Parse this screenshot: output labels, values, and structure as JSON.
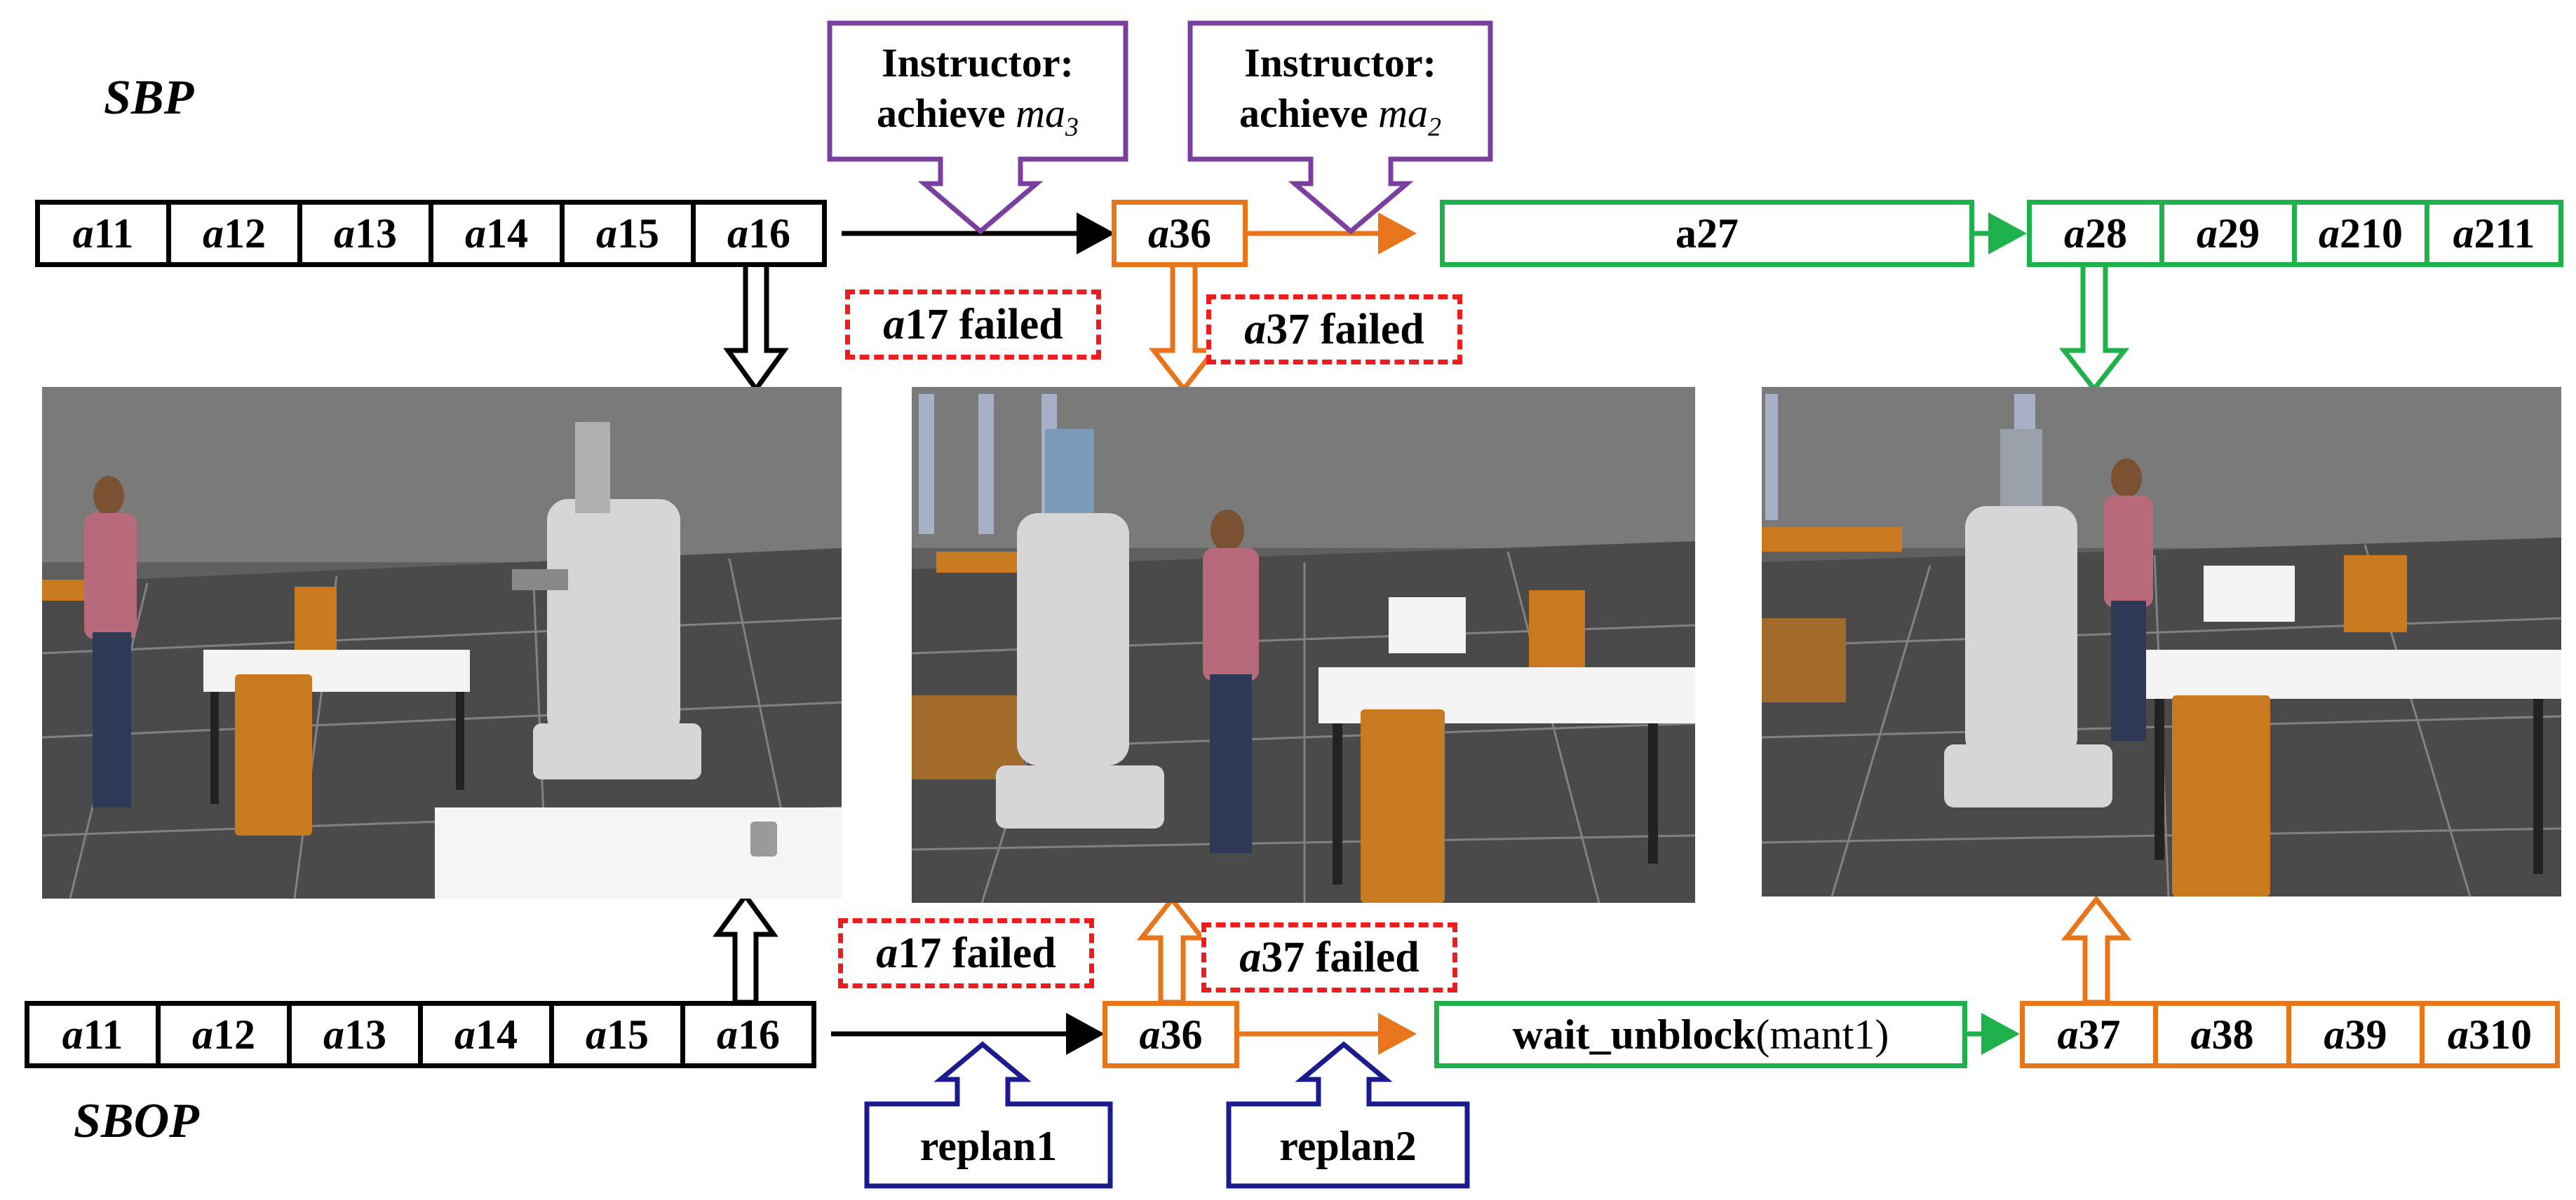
{
  "labels": {
    "top": "SBP",
    "bottom": "SBOP"
  },
  "sbp": {
    "seq1": [
      "11",
      "12",
      "13",
      "14",
      "15",
      "16"
    ],
    "a36": "36",
    "a27": "a27",
    "seq3": [
      "28",
      "29",
      "210",
      "211"
    ],
    "fail1": {
      "action": "17",
      "text": "failed"
    },
    "fail2": {
      "action": "37",
      "text": "failed"
    },
    "instructor1": {
      "line1": "Instructor:",
      "verb": "achieve",
      "target": "ma",
      "sub": "3"
    },
    "instructor2": {
      "line1": "Instructor:",
      "verb": "achieve",
      "target": "ma",
      "sub": "2"
    }
  },
  "sbop": {
    "seq1": [
      "11",
      "12",
      "13",
      "14",
      "15",
      "16"
    ],
    "a36": "36",
    "wait": {
      "fn": "wait_unblock",
      "arg": "(mant1)"
    },
    "seq3": [
      "37",
      "38",
      "39",
      "310"
    ],
    "fail1": {
      "action": "17",
      "text": "failed"
    },
    "fail2": {
      "action": "37",
      "text": "failed"
    },
    "replan1": "replan1",
    "replan2": "replan2"
  },
  "action_prefix": "a",
  "colors": {
    "black": "#000000",
    "orange": "#e8751a",
    "green": "#1fb14c",
    "red": "#ee1c1c",
    "purple": "#7b3fa0",
    "navy": "#1b1b8f"
  }
}
